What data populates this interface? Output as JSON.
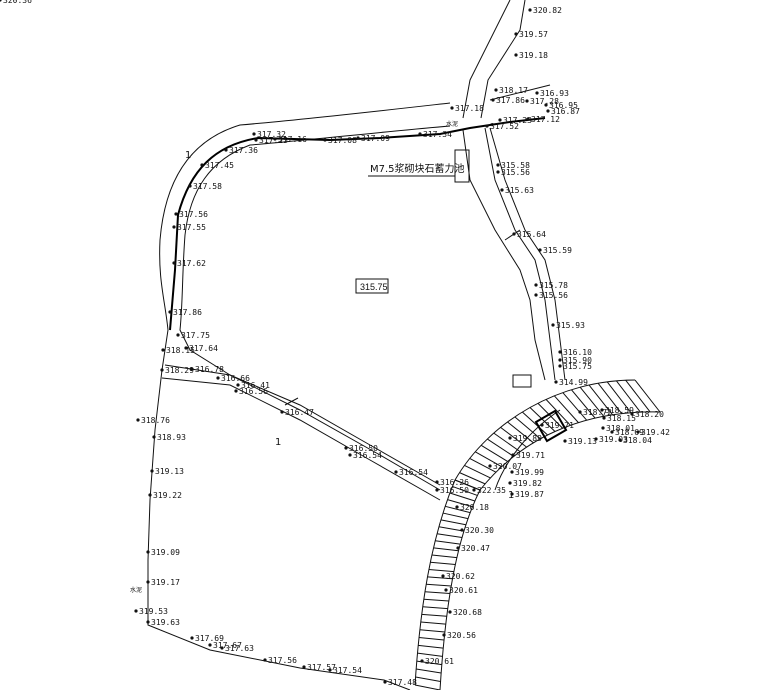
{
  "drawing": {
    "center_elevation": "315.75",
    "pool_label": "M7.5浆砌块石蓄力池",
    "slope_marks": [
      "1",
      "1",
      "1"
    ],
    "small_notes": [
      "水泥",
      "水泥"
    ]
  },
  "spot_elevations": [
    {
      "label": "320.82"
    },
    {
      "label": "319.57"
    },
    {
      "label": "319.18"
    },
    {
      "label": "318.17"
    },
    {
      "label": "317.86"
    },
    {
      "label": "316.93"
    },
    {
      "label": "317.28"
    },
    {
      "label": "316.95"
    },
    {
      "label": "316.87"
    },
    {
      "label": "317.18"
    },
    {
      "label": "317.12"
    },
    {
      "label": "317.34"
    },
    {
      "label": "317.52"
    },
    {
      "label": "317.23"
    },
    {
      "label": "317.09"
    },
    {
      "label": "317.08"
    },
    {
      "label": "317.32"
    },
    {
      "label": "317.25"
    },
    {
      "label": "317.16"
    },
    {
      "label": "317.36"
    },
    {
      "label": "317.45"
    },
    {
      "label": "317.58"
    },
    {
      "label": "317.56"
    },
    {
      "label": "317.55"
    },
    {
      "label": "317.62"
    },
    {
      "label": "317.86"
    },
    {
      "label": "317.75"
    },
    {
      "label": "317.64"
    },
    {
      "label": "318.15"
    },
    {
      "label": "318.29"
    },
    {
      "label": "316.78"
    },
    {
      "label": "316.66"
    },
    {
      "label": "316.41"
    },
    {
      "label": "316.56"
    },
    {
      "label": "318.76"
    },
    {
      "label": "318.93"
    },
    {
      "label": "319.13"
    },
    {
      "label": "319.22"
    },
    {
      "label": "319.09"
    },
    {
      "label": "319.17"
    },
    {
      "label": "319.53"
    },
    {
      "label": "319.63"
    },
    {
      "label": "317.69"
    },
    {
      "label": "317.67"
    },
    {
      "label": "317.63"
    },
    {
      "label": "317.56"
    },
    {
      "label": "317.57"
    },
    {
      "label": "317.54"
    },
    {
      "label": "317.48"
    },
    {
      "label": "316.47"
    },
    {
      "label": "316.50"
    },
    {
      "label": "316.54"
    },
    {
      "label": "316.54"
    },
    {
      "label": "316.26"
    },
    {
      "label": "316.50"
    },
    {
      "label": "315.58"
    },
    {
      "label": "315.56"
    },
    {
      "label": "315.63"
    },
    {
      "label": "315.64"
    },
    {
      "label": "315.59"
    },
    {
      "label": "315.78"
    },
    {
      "label": "315.56"
    },
    {
      "label": "315.93"
    },
    {
      "label": "316.10"
    },
    {
      "label": "315.90"
    },
    {
      "label": "315.75"
    },
    {
      "label": "314.99"
    },
    {
      "label": "318.72"
    },
    {
      "label": "318.59"
    },
    {
      "label": "318.15"
    },
    {
      "label": "318.20"
    },
    {
      "label": "318.01"
    },
    {
      "label": "318.69"
    },
    {
      "label": "319.42"
    },
    {
      "label": "318.04"
    },
    {
      "label": "319.71"
    },
    {
      "label": "319.13"
    },
    {
      "label": "319.89"
    },
    {
      "label": "319.03"
    },
    {
      "label": "319.71"
    },
    {
      "label": "320.07"
    },
    {
      "label": "319.99"
    },
    {
      "label": "319.82"
    },
    {
      "label": "319.87"
    },
    {
      "label": "322.35"
    },
    {
      "label": "320.18"
    },
    {
      "label": "320.30"
    },
    {
      "label": "320.47"
    },
    {
      "label": "320.62"
    },
    {
      "label": "320.61"
    },
    {
      "label": "320.68"
    },
    {
      "label": "320.56"
    },
    {
      "label": "320.61"
    },
    {
      "label": "320.36"
    }
  ]
}
